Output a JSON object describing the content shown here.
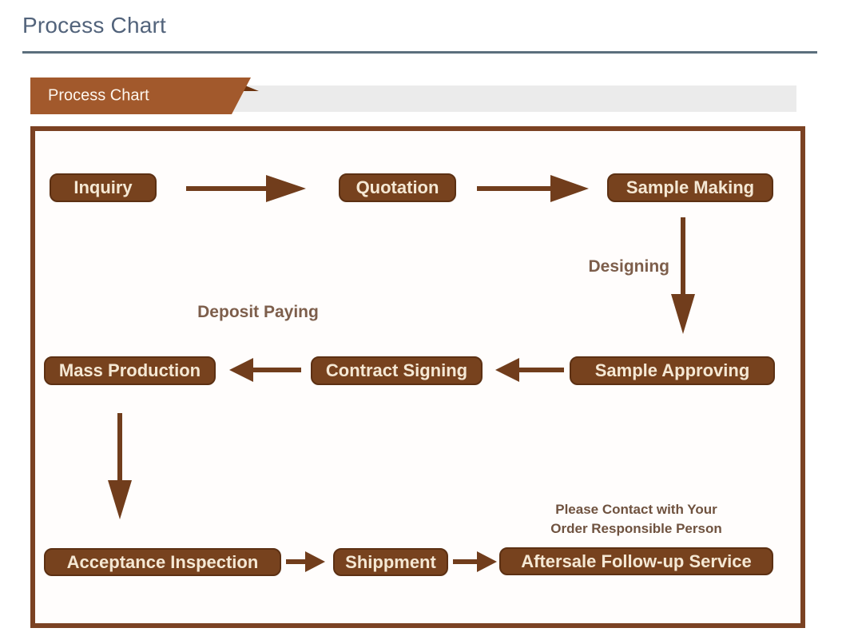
{
  "page": {
    "title": "Process Chart"
  },
  "section_tab": {
    "label": "Process Chart"
  },
  "flowchart": {
    "nodes": {
      "inquiry": "Inquiry",
      "quotation": "Quotation",
      "sample_making": "Sample Making",
      "sample_approving": "Sample Approving",
      "contract_signing": "Contract Signing",
      "mass_production": "Mass Production",
      "acceptance_inspection": "Acceptance Inspection",
      "shippment": "Shippment",
      "aftersale_followup": "Aftersale Follow-up Service"
    },
    "edge_labels": {
      "designing": "Designing",
      "deposit_paying": "Deposit Paying"
    },
    "note": {
      "line1": "Please Contact with Your",
      "line2": "Order Responsible Person"
    },
    "edges": [
      {
        "from": "inquiry",
        "to": "quotation"
      },
      {
        "from": "quotation",
        "to": "sample_making"
      },
      {
        "from": "sample_making",
        "to": "sample_approving",
        "label": "Designing"
      },
      {
        "from": "sample_approving",
        "to": "contract_signing"
      },
      {
        "from": "contract_signing",
        "to": "mass_production",
        "label": "Deposit Paying"
      },
      {
        "from": "mass_production",
        "to": "acceptance_inspection"
      },
      {
        "from": "acceptance_inspection",
        "to": "shippment"
      },
      {
        "from": "shippment",
        "to": "aftersale_followup"
      }
    ]
  },
  "colors": {
    "node_brown": "#77421e",
    "node_border": "#5c3013",
    "node_text": "#f5e8d4",
    "arrow_brown": "#713d1c",
    "tab_brown": "#a2592c",
    "tab_fold_dark": "#6b330e",
    "container_border": "#7b4223",
    "title_text": "#52637b",
    "divider_blue": "#5b6f7d",
    "bar_gray": "#ebebeb",
    "label_brown": "#7d5e4b"
  }
}
